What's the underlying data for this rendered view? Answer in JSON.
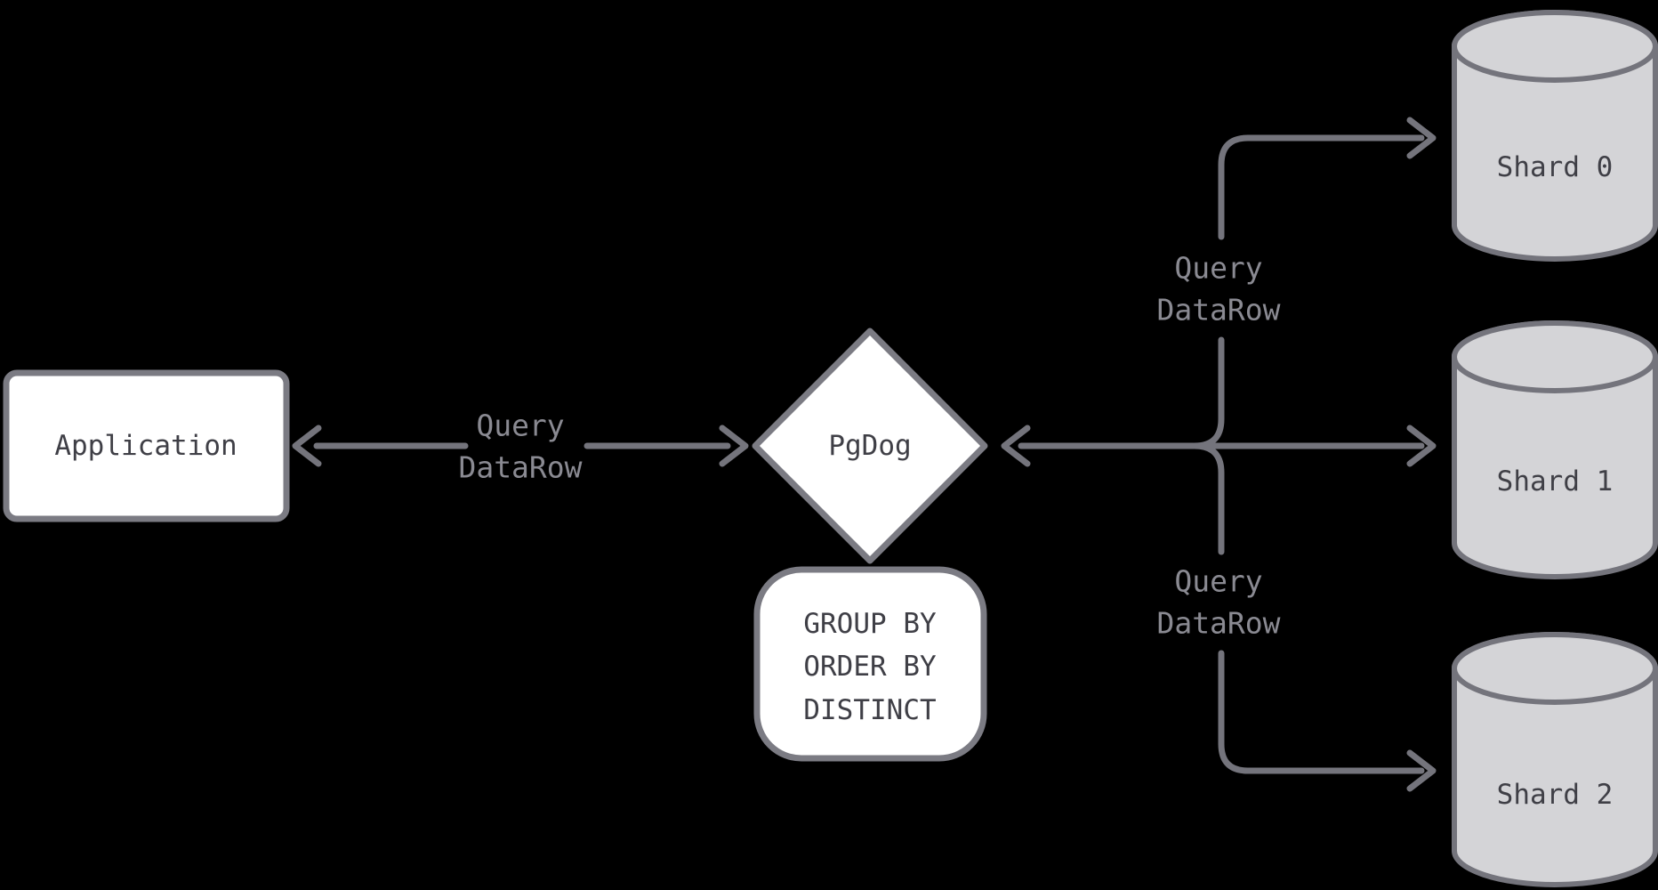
{
  "diagram": {
    "application": {
      "label": "Application"
    },
    "pgdog": {
      "label": "PgDog"
    },
    "operations": {
      "line1": "GROUP BY",
      "line2": "ORDER BY",
      "line3": "DISTINCT"
    },
    "shards": [
      {
        "label": "Shard 0"
      },
      {
        "label": "Shard 1"
      },
      {
        "label": "Shard 2"
      }
    ],
    "labels": {
      "app_edge": {
        "line1": "Query",
        "line2": "DataRow"
      },
      "top_edge": {
        "line1": "Query",
        "line2": "DataRow"
      },
      "bottom_edge": {
        "line1": "Query",
        "line2": "DataRow"
      }
    },
    "colors": {
      "background": "#000000",
      "line": "#74747c",
      "node_border": "#7b7b83",
      "node_fill": "#ffffff",
      "cylinder_fill": "#d4d4d7",
      "node_text": "#3f3f46",
      "label_text": "#8a8a92"
    }
  }
}
